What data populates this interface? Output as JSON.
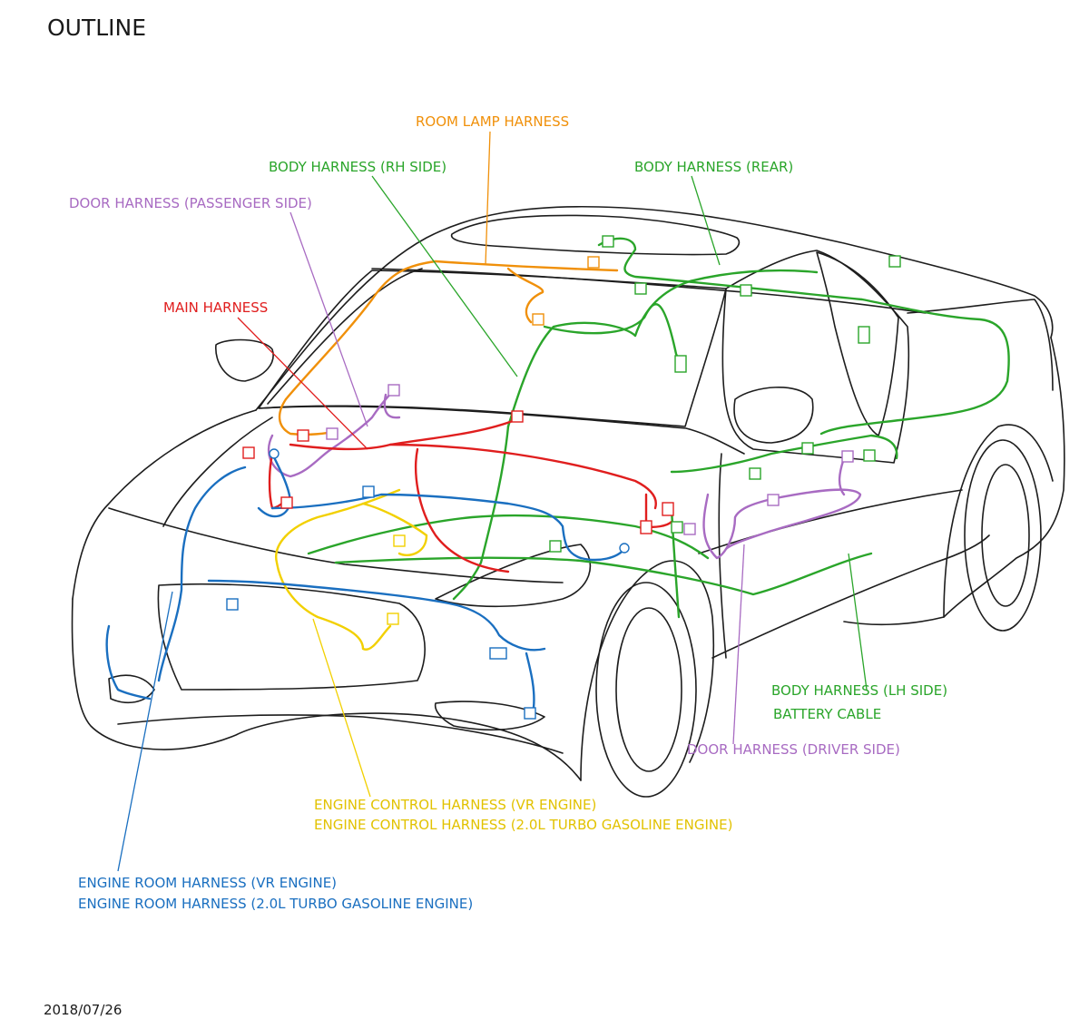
{
  "page": {
    "title": "OUTLINE",
    "date": "2018/07/26"
  },
  "colors": {
    "car_outline": "#1d1d1d",
    "room_lamp": "#f0900a",
    "body": "#2aa52a",
    "door": "#a86bc2",
    "main": "#e01e1e",
    "engine_control": "#f2d000",
    "engine_room": "#1a6fc0"
  },
  "labels": {
    "room_lamp_harness": "ROOM LAMP HARNESS",
    "body_harness_rh": "BODY HARNESS (RH SIDE)",
    "body_harness_rear": "BODY HARNESS (REAR)",
    "door_harness_passenger": "DOOR HARNESS (PASSENGER SIDE)",
    "main_harness": "MAIN HARNESS",
    "body_harness_lh": "BODY HARNESS (LH SIDE)",
    "battery_cable": "BATTERY CABLE",
    "door_harness_driver": "DOOR HARNESS (DRIVER SIDE)",
    "engine_control_vr": "ENGINE CONTROL HARNESS (VR ENGINE)",
    "engine_control_turbo": "ENGINE CONTROL HARNESS (2.0L TURBO GASOLINE ENGINE)",
    "engine_room_vr": "ENGINE ROOM HARNESS (VR ENGINE)",
    "engine_room_turbo": "ENGINE ROOM HARNESS (2.0L TURBO GASOLINE ENGINE)"
  }
}
